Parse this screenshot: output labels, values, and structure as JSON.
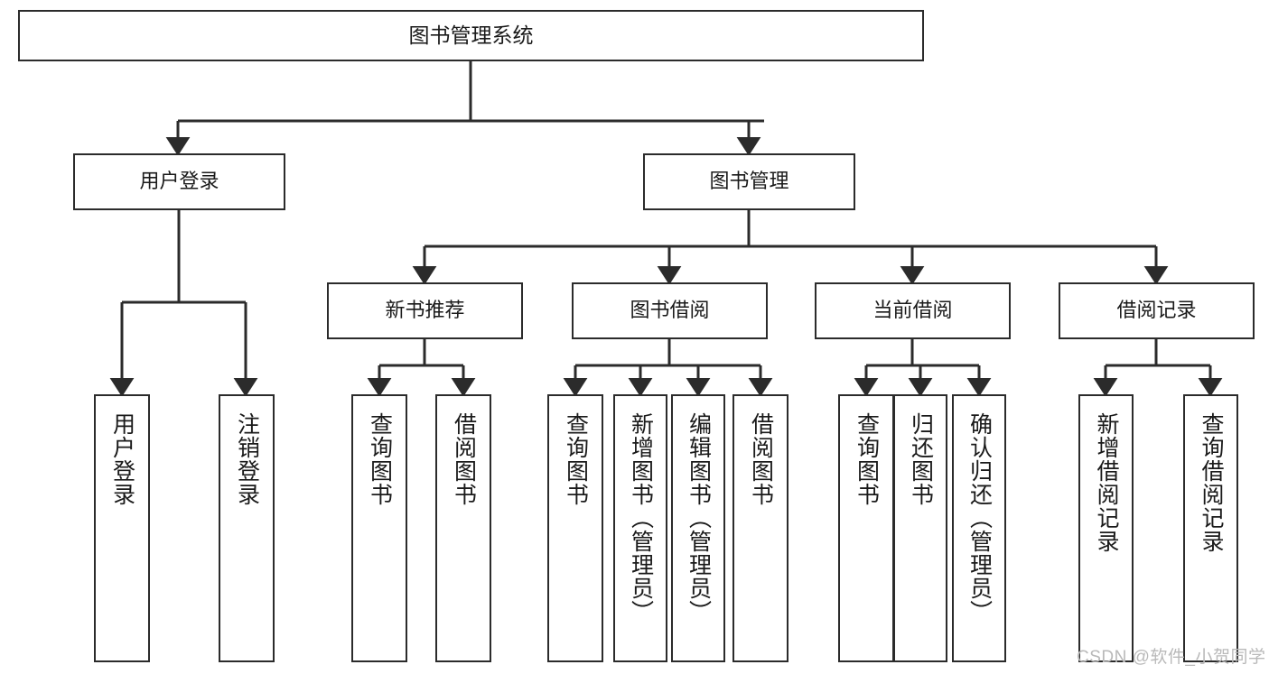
{
  "diagram": {
    "title": "图书管理系统",
    "type": "tree-hierarchy",
    "levels": 4,
    "colors": {
      "box_border": "#2b2b2b",
      "box_fill": "#ffffff",
      "connector": "#2b2b2b",
      "text": "#1a1a1a",
      "watermark": "#b9b9b9",
      "background": "#ffffff"
    },
    "nodes": {
      "root": {
        "label": "图书管理系统"
      },
      "level2": [
        {
          "id": "user-login",
          "label": "用户登录"
        },
        {
          "id": "book-management",
          "label": "图书管理"
        }
      ],
      "level3": [
        {
          "id": "new-book-recommend",
          "label": "新书推荐"
        },
        {
          "id": "book-borrow",
          "label": "图书借阅"
        },
        {
          "id": "current-borrow",
          "label": "当前借阅"
        },
        {
          "id": "borrow-record",
          "label": "借阅记录"
        }
      ],
      "leaves": {
        "user_login": [
          {
            "id": "leaf-user-login",
            "label": "用户登录"
          },
          {
            "id": "leaf-logout-login",
            "label": "注销登录"
          }
        ],
        "new_book_recommend": [
          {
            "id": "leaf-query-book-1",
            "label": "查询图书"
          },
          {
            "id": "leaf-borrow-book-1",
            "label": "借阅图书"
          }
        ],
        "book_borrow": [
          {
            "id": "leaf-query-book-2",
            "label": "查询图书"
          },
          {
            "id": "leaf-add-book",
            "label": "新增图书（管理员）"
          },
          {
            "id": "leaf-edit-book",
            "label": "编辑图书（管理员）"
          },
          {
            "id": "leaf-borrow-book-2",
            "label": "借阅图书"
          }
        ],
        "current_borrow": [
          {
            "id": "leaf-query-book-3",
            "label": "查询图书"
          },
          {
            "id": "leaf-return-book",
            "label": "归还图书"
          },
          {
            "id": "leaf-confirm-return",
            "label": "确认归还（管理员）"
          }
        ],
        "borrow_record": [
          {
            "id": "leaf-add-borrow-record",
            "label": "新增借阅记录"
          },
          {
            "id": "leaf-query-borrow-record",
            "label": "查询借阅记录"
          }
        ]
      }
    },
    "watermark": "CSDN @软件_小贺同学"
  }
}
